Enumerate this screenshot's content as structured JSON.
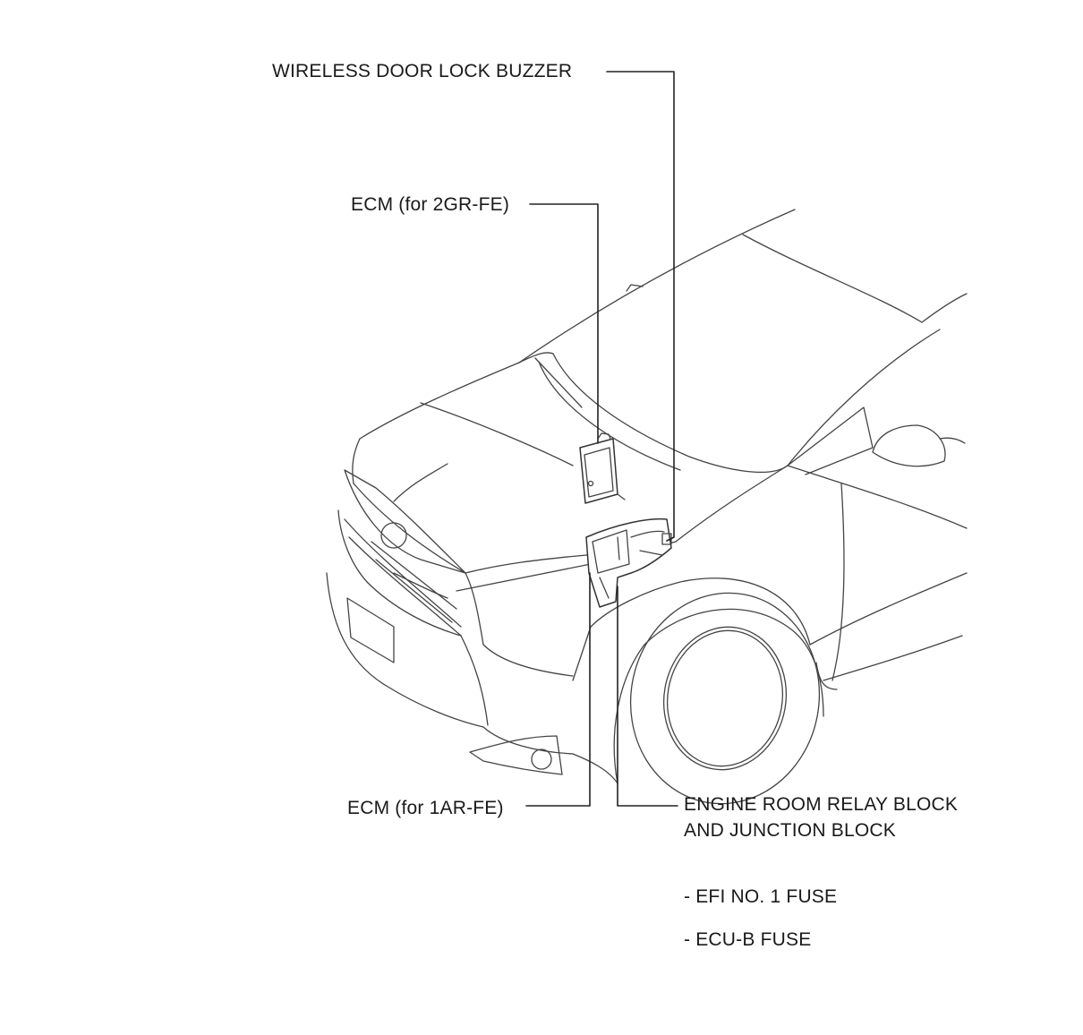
{
  "callouts": {
    "wireless_buzzer": "WIRELESS DOOR LOCK BUZZER",
    "ecm_2gr": "ECM (for 2GR-FE)",
    "ecm_1ar": "ECM (for 1AR-FE)",
    "relay_block_line1": "ENGINE ROOM RELAY BLOCK",
    "relay_block_line2": "AND JUNCTION BLOCK"
  },
  "fuses": [
    "- EFI NO. 1 FUSE",
    "- ECU-B FUSE"
  ]
}
